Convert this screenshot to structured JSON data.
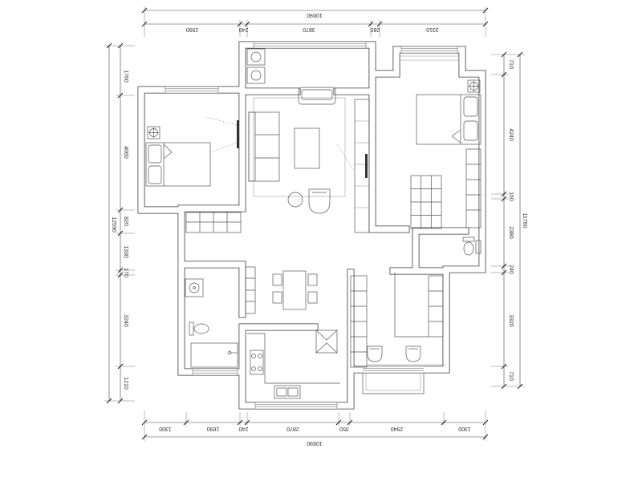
{
  "dimensions": {
    "top": {
      "total": "10690",
      "segments": [
        "2990",
        "240",
        "3870",
        "280",
        "3310"
      ]
    },
    "bottom": {
      "total": "10690",
      "segments": [
        "1300",
        "1690",
        "240",
        "2870",
        "350",
        "2940",
        "1300"
      ]
    },
    "left": {
      "total": "12590",
      "segments": [
        "1760",
        "4060",
        "820",
        "1330",
        "170",
        "3240",
        "1210"
      ]
    },
    "right": {
      "total": "11760",
      "segments": [
        "710",
        "4240",
        "160",
        "2380",
        "240",
        "3320",
        "710"
      ]
    }
  }
}
